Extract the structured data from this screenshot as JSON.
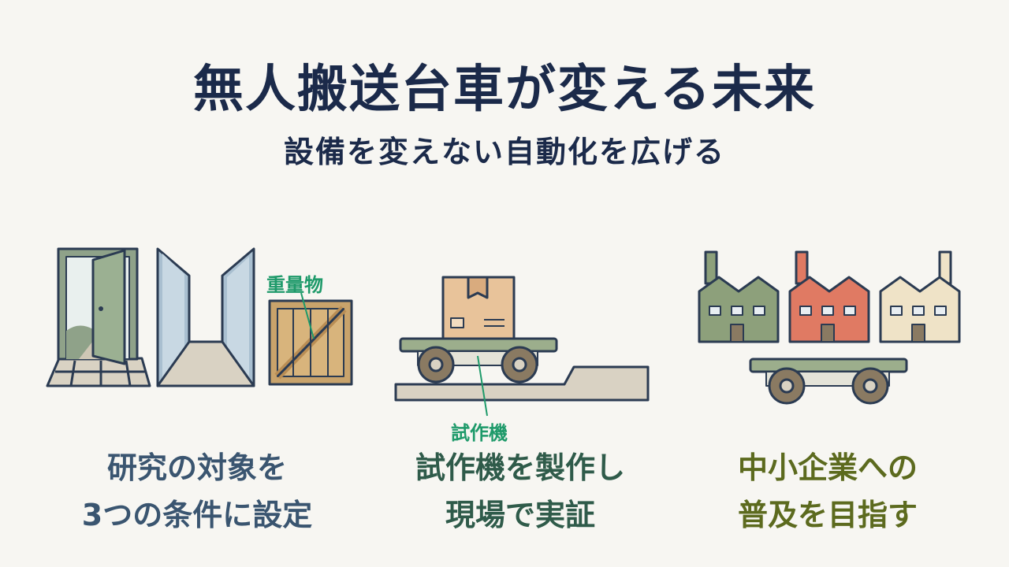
{
  "header": {
    "title": "無人搬送台車が変える未来",
    "subtitle": "設備を変えない自動化を広げる"
  },
  "callouts": {
    "heavy": "重量物",
    "prototype": "試作機"
  },
  "captions": [
    {
      "line1": "研究の対象を",
      "line2": "3つの条件に設定",
      "color": "#3a5570"
    },
    {
      "line1": "試作機を製作し",
      "line2": "現場で実証",
      "color": "#2f5b4a"
    },
    {
      "line1": "中小企業への",
      "line2": "普及を目指す",
      "color": "#5c6a1e"
    }
  ],
  "colors": {
    "navy": "#1b2a4a",
    "green_accent": "#1e9a6a",
    "factory_green": "#8da07b",
    "factory_red": "#e07a63",
    "factory_cream": "#efe3c7",
    "cart_green": "#9cae8c",
    "crate": "#c9a36b",
    "box": "#e8c39a"
  }
}
